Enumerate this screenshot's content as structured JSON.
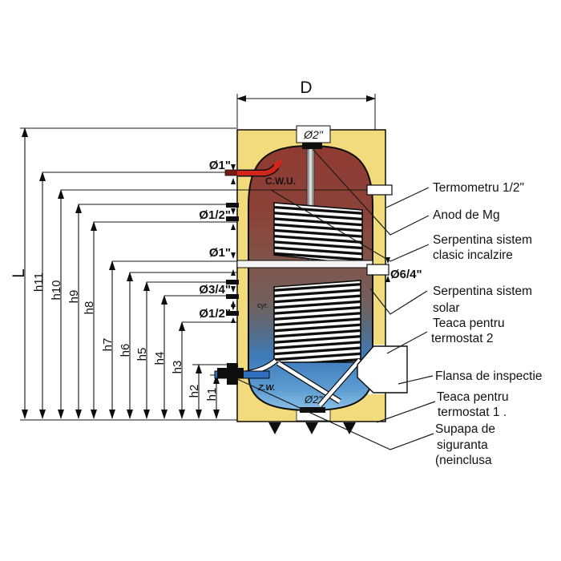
{
  "colors": {
    "insulation": "#F2DB7C",
    "tank_top": "#903B31",
    "tank_bottom": "#3E7BBB",
    "hot_pipe": "#D2261B",
    "cold_pipe": "#2F6FC0",
    "line": "#141414"
  },
  "dimensions": {
    "diameter": "D",
    "overall_height": "L",
    "heights": [
      "h11",
      "h10",
      "h9",
      "h8",
      "h7",
      "h6",
      "h5",
      "h4",
      "h3",
      "h2",
      "h1"
    ]
  },
  "ports": {
    "top": "Ø2\"",
    "bottom": "Ø2\"",
    "right": "Ø6/4\"",
    "left": [
      "Ø1\"",
      "Ø1/2\"",
      "Ø1\"",
      "Ø3/4\"",
      "Ø1/2\""
    ]
  },
  "tank_labels": {
    "hot_water_out": "C.W.U.",
    "cold_water_in": "Z.W.",
    "circulation": "cyr."
  },
  "callouts": {
    "thermometer": {
      "lines": [
        "Termometru 1/2\""
      ]
    },
    "anode": {
      "lines": [
        "Anod de Mg"
      ]
    },
    "coil_classic": {
      "lines": [
        "Serpentina sistem",
        "clasic incalzire"
      ]
    },
    "coil_solar": {
      "lines": [
        "Serpentina sistem",
        "solar"
      ]
    },
    "sleeve_t2": {
      "lines": [
        "Teaca pentru",
        "termostat 2"
      ]
    },
    "flange": {
      "lines": [
        "Flansa de inspectie"
      ]
    },
    "sleeve_t1": {
      "lines": [
        "Teaca pentru",
        "termostat 1 ."
      ]
    },
    "valve": {
      "lines": [
        "Supapa de",
        "siguranta",
        "(neinclusa"
      ]
    }
  }
}
